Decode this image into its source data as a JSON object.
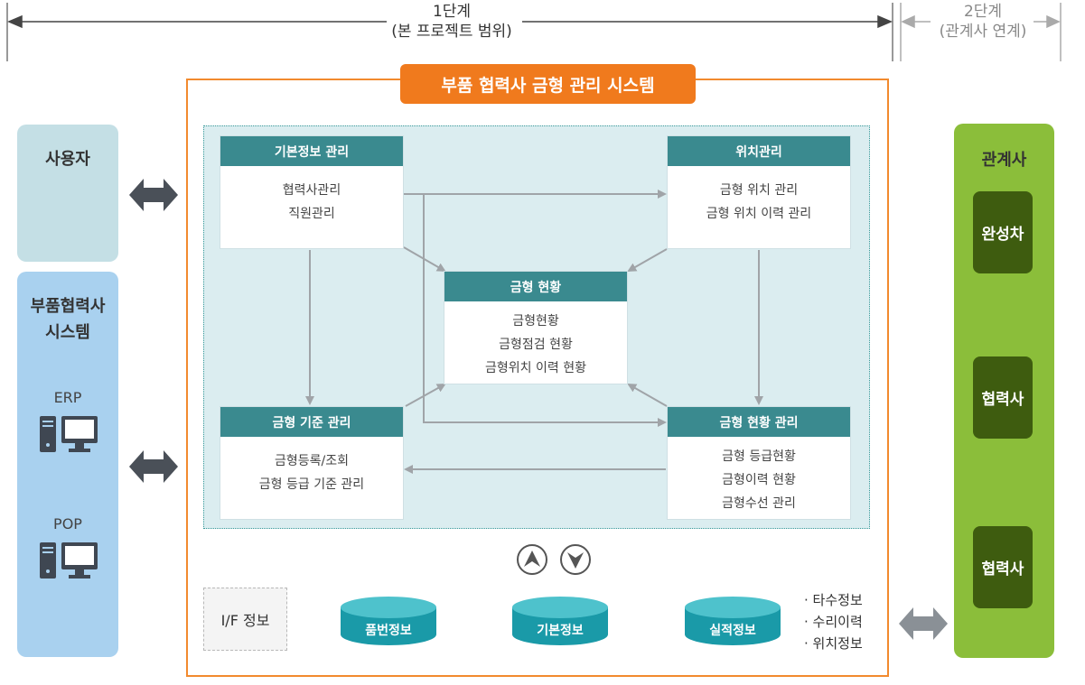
{
  "phase1": {
    "line1": "1단계",
    "line2": "(본 프로젝트 범위)"
  },
  "phase2": {
    "line1": "2단계",
    "line2": "(관계사 연계)"
  },
  "user_panel": {
    "title": "사용자"
  },
  "partner_panel": {
    "title_line1": "부품협력사",
    "title_line2": "시스템",
    "erp_label": "ERP",
    "pop_label": "POP"
  },
  "related_panel": {
    "title": "관계사",
    "boxes": [
      "완성차",
      "협력사",
      "협력사"
    ]
  },
  "system": {
    "title": "부품 협력사 금형 관리 시스템"
  },
  "modules": {
    "basic": {
      "title": "기본정보 관리",
      "items": [
        "협력사관리",
        "직원관리"
      ]
    },
    "location": {
      "title": "위치관리",
      "items": [
        "금형 위치 관리",
        "금형 위치 이력 관리"
      ]
    },
    "status": {
      "title": "금형 현황",
      "items": [
        "금형현황",
        "금형점검 현황",
        "금형위치 이력 현황"
      ]
    },
    "criteria": {
      "title": "금형 기준 관리",
      "items": [
        "금형등록/조회",
        "금형 등급 기준 관리"
      ]
    },
    "status_mgmt": {
      "title": "금형 현황 관리",
      "items": [
        "금형 등급현황",
        "금형이력 현황",
        "금형수선 관리"
      ]
    }
  },
  "interface_label": "I/F 정보",
  "databases": [
    "품번정보",
    "기본정보",
    "실적정보"
  ],
  "bullets": [
    "타수정보",
    "수리이력",
    "위치정보"
  ],
  "colors": {
    "orange": "#f07a1d",
    "teal_header": "#3a8a8f",
    "green_panel": "#8bbe3a",
    "dark_green": "#3e5c0f"
  }
}
